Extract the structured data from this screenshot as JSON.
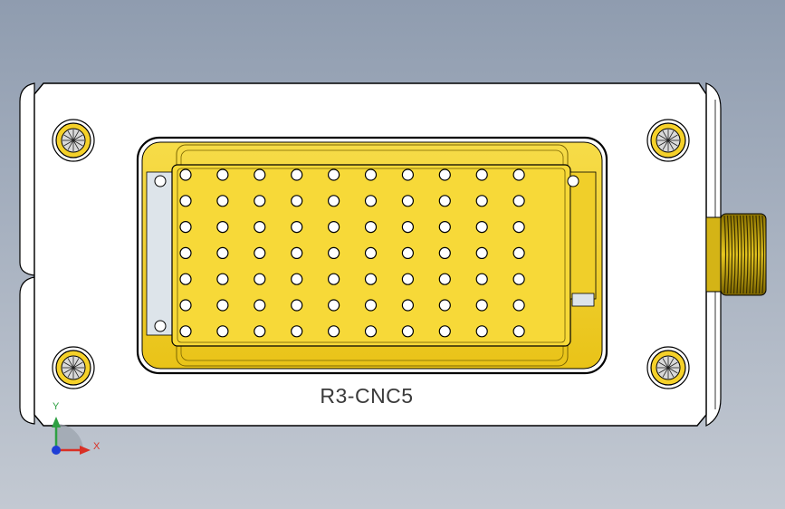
{
  "model": {
    "part_label": "R3-CNC5",
    "colors": {
      "body": "#ffffff",
      "outline": "#000000",
      "gold": "#f5d12a",
      "gold_dark": "#c9a70c",
      "pin_hole": "#ffffff",
      "screw_center": "#d9d9d9"
    },
    "connector": {
      "pin_columns": 10,
      "pin_rows": 7
    }
  },
  "triad": {
    "x_label": "X",
    "y_label": "Y",
    "colors": {
      "x": "#d93025",
      "y": "#2ea043",
      "z": "#1f3fd6"
    },
    "icons": [
      "axis-triad-icon"
    ]
  }
}
